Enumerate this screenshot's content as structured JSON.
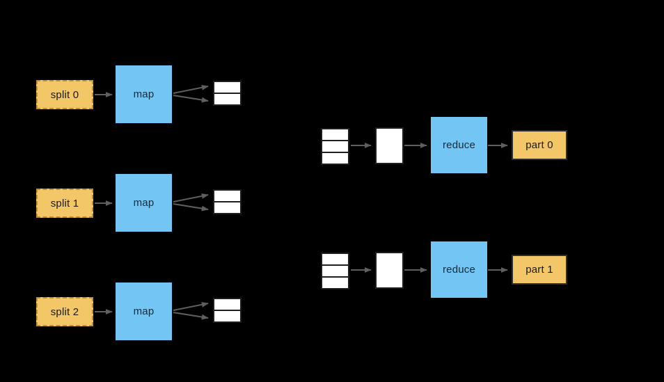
{
  "diagram": {
    "type": "mapreduce-dataflow",
    "map_rows": [
      {
        "split_label": "split 0",
        "map_label": "map"
      },
      {
        "split_label": "split 1",
        "map_label": "map"
      },
      {
        "split_label": "split 2",
        "map_label": "map"
      }
    ],
    "reduce_rows": [
      {
        "reduce_label": "reduce",
        "part_label": "part 0"
      },
      {
        "reduce_label": "reduce",
        "part_label": "part 1"
      }
    ],
    "colors": {
      "background": "#000000",
      "split_fill": "#F3C767",
      "split_border": "#BE8F33",
      "process_fill": "#73C6F3",
      "process_label": "#122B3D",
      "output_fill": "#F3C767",
      "output_border": "#2E2E2E",
      "buffer_fill": "#FFFFFF",
      "buffer_border": "#1E1E1E",
      "arrow": "#5F5F5F",
      "label": "#1A1A1A"
    }
  }
}
